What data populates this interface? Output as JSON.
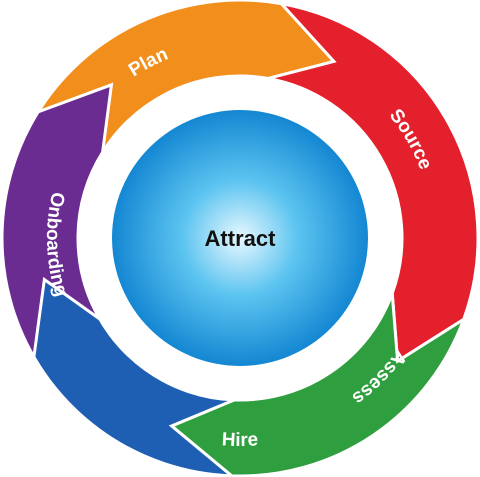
{
  "center": {
    "label": "Attract"
  },
  "stages": [
    {
      "label": "Plan",
      "color": "#F18E1C"
    },
    {
      "label": "Source",
      "color": "#E3202B"
    },
    {
      "label": "Assess",
      "color": "#2F9E3E"
    },
    {
      "label": "Hire",
      "color": "#1E5FB3"
    },
    {
      "label": "Onboarding",
      "color": "#6A2C91"
    }
  ],
  "colors": {
    "center_light": "#E8F8FF",
    "center_mid": "#5CC4F0",
    "center_dark": "#1487D3",
    "ring_gap": "#ffffff"
  }
}
